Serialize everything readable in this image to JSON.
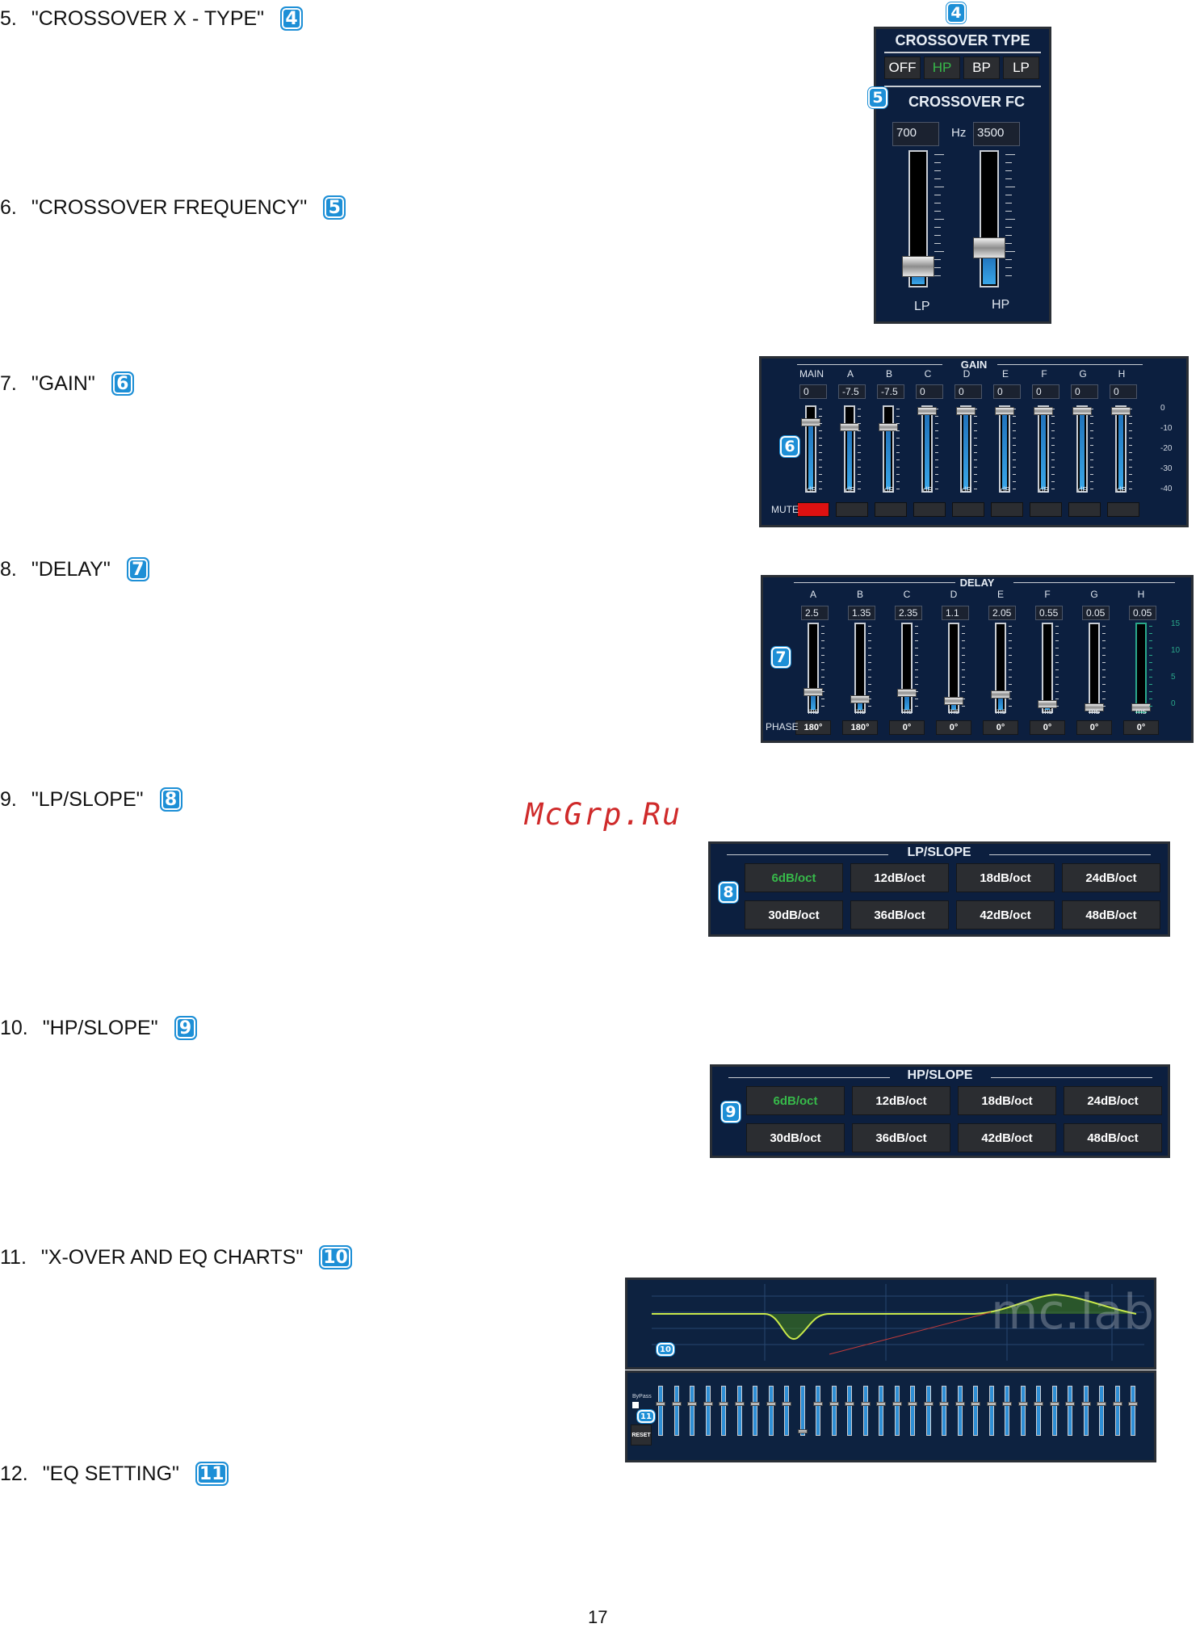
{
  "sections": [
    {
      "num": "5.",
      "label": "\"CROSSOVER X - TYPE\"",
      "badge": "4"
    },
    {
      "num": "6.",
      "label": "\"CROSSOVER FREQUENCY\"",
      "badge": "5"
    },
    {
      "num": "7.",
      "label": "\"GAIN\"",
      "badge": "6"
    },
    {
      "num": "8.",
      "label": "\"DELAY\"",
      "badge": "7"
    },
    {
      "num": "9.",
      "label": "\"LP/SLOPE\"",
      "badge": "8"
    },
    {
      "num": "10.",
      "label": "\"HP/SLOPE\"",
      "badge": "9"
    },
    {
      "num": "11.",
      "label": "\"X-OVER AND EQ CHARTS\"",
      "badge": "10"
    },
    {
      "num": "12.",
      "label": "\"EQ SETTING\"",
      "badge": "11"
    }
  ],
  "watermark": "McGrp.Ru",
  "page_number": "17",
  "crossover": {
    "badge_type": "4",
    "badge_fc": "5",
    "type_title": "CROSSOVER TYPE",
    "types": [
      "OFF",
      "HP",
      "BP",
      "LP"
    ],
    "selected_type": "HP",
    "fc_title": "CROSSOVER FC",
    "lp_value": "700",
    "hz": "Hz",
    "hp_value": "3500",
    "lp_label": "LP",
    "hp_label": "HP",
    "lp_level": 0.08,
    "hp_level": 0.22
  },
  "gain": {
    "badge": "6",
    "title": "GAIN",
    "channels": [
      "MAIN",
      "A",
      "B",
      "C",
      "D",
      "E",
      "F",
      "G",
      "H"
    ],
    "values": [
      "0",
      "-7.5",
      "-7.5",
      "0",
      "0",
      "0",
      "0",
      "0",
      "0"
    ],
    "unit": "dB",
    "scale": [
      "0",
      "-10",
      "-20",
      "-30",
      "-40"
    ],
    "mute_label": "MUTE",
    "levels": [
      0.85,
      0.8,
      0.8,
      0.98,
      0.98,
      0.98,
      0.98,
      0.98,
      0.98
    ]
  },
  "delay": {
    "badge": "7",
    "title": "DELAY",
    "channels": [
      "A",
      "B",
      "C",
      "D",
      "E",
      "F",
      "G",
      "H"
    ],
    "values": [
      "2.5",
      "1.35",
      "2.35",
      "1.1",
      "2.05",
      "0.55",
      "0.05",
      "0.05"
    ],
    "unit": "ms",
    "scale": [
      "15",
      "10",
      "5",
      "0"
    ],
    "phase_label": "PHASE",
    "phases": [
      "180°",
      "180°",
      "0°",
      "0°",
      "0°",
      "0°",
      "0°",
      "0°"
    ],
    "levels": [
      0.17,
      0.09,
      0.16,
      0.07,
      0.14,
      0.04,
      0.0,
      0.0
    ]
  },
  "lp_slope": {
    "badge": "8",
    "title": "LP/SLOPE",
    "options": [
      "6dB/oct",
      "12dB/oct",
      "18dB/oct",
      "24dB/oct",
      "30dB/oct",
      "36dB/oct",
      "42dB/oct",
      "48dB/oct"
    ],
    "selected": "6dB/oct"
  },
  "hp_slope": {
    "badge": "9",
    "title": "HP/SLOPE",
    "options": [
      "6dB/oct",
      "12dB/oct",
      "18dB/oct",
      "24dB/oct",
      "30dB/oct",
      "36dB/oct",
      "42dB/oct",
      "48dB/oct"
    ],
    "selected": "6dB/oct"
  },
  "charts": {
    "badge": "10",
    "eq_badge": "11",
    "bypass": "ByPass",
    "reset": "RESET",
    "bands": 31
  }
}
